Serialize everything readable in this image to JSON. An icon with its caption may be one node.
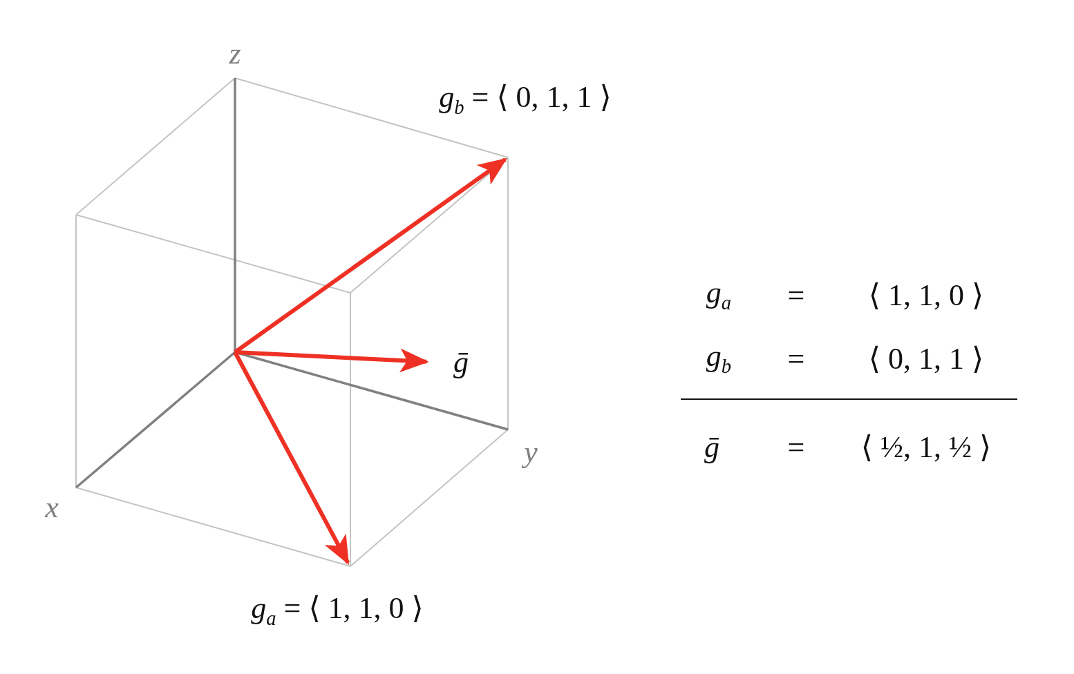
{
  "diagram": {
    "labels": [
      "z",
      "*g*$_{b}$ = ⟨ 0, 1, 1 ⟩",
      "*g*$_{a}$",
      "=",
      "⟨ 1, 1, 0 ⟩",
      "*ḡ*",
      "*g*$_{b}$",
      "=",
      "⟨ 0, 1, 1 ⟩",
      "*ḡ*",
      "=",
      "⟨ ½, 1, ½ ⟩",
      "y",
      "x",
      "*g*$_{a}$ = ⟨ 1, 1, 0 ⟩"
    ]
  }
}
